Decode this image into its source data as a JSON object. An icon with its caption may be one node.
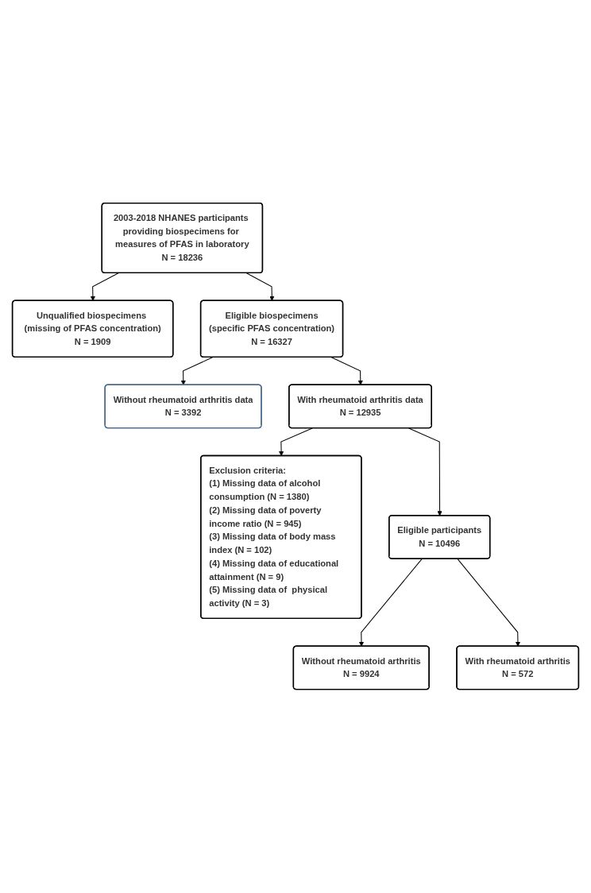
{
  "diagram": {
    "nodes": [
      {
        "text": [
          "2003-2018 NHANES participants providing biospecimens for measures of PFAS in laboratory",
          "N = 18236"
        ]
      },
      {
        "text": [
          "Unqualified biospecimens (missing of PFAS concentration)",
          "N = 1909"
        ]
      },
      {
        "text": [
          "Eligible biospecimens",
          "(specific PFAS concentration)",
          "N = 16327"
        ]
      },
      {
        "text": [
          "Without rheumatoid arthritis data",
          "N = 3392"
        ]
      },
      {
        "text": [
          "With rheumatoid arthritis data",
          "N = 12935"
        ]
      },
      {
        "text": [
          "Exclusion criteria:",
          "(1) Missing data of alcohol consumption (N = 1380)",
          "(2) Missing data of poverty income ratio (N = 945)",
          "(3) Missing data of body mass index (N = 102)",
          "(4) Missing data of educational attainment (N = 9)",
          "(5) Missing data of  physical activity (N = 3)"
        ]
      },
      {
        "text": [
          "Eligible participants",
          "N = 10496"
        ]
      },
      {
        "text": [
          "Without rheumatoid arthritis",
          "N = 9924"
        ]
      },
      {
        "text": [
          "With rheumatoid arthritis",
          "N = 572"
        ]
      }
    ],
    "edges": [
      {
        "from": 0,
        "to": 2,
        "arrow": "to"
      },
      {
        "from": 0,
        "to": 1,
        "arrow": "to"
      },
      {
        "from": 2,
        "to": 4,
        "arrow": "to"
      },
      {
        "from": 2,
        "to": 3,
        "arrow": "to"
      },
      {
        "from": 4,
        "to": 6,
        "arrow": "to"
      },
      {
        "from": 4,
        "to": 5,
        "arrow": "to"
      },
      {
        "from": 6,
        "to": 7,
        "arrow": "to"
      },
      {
        "from": 6,
        "to": 8,
        "arrow": "to"
      }
    ]
  }
}
